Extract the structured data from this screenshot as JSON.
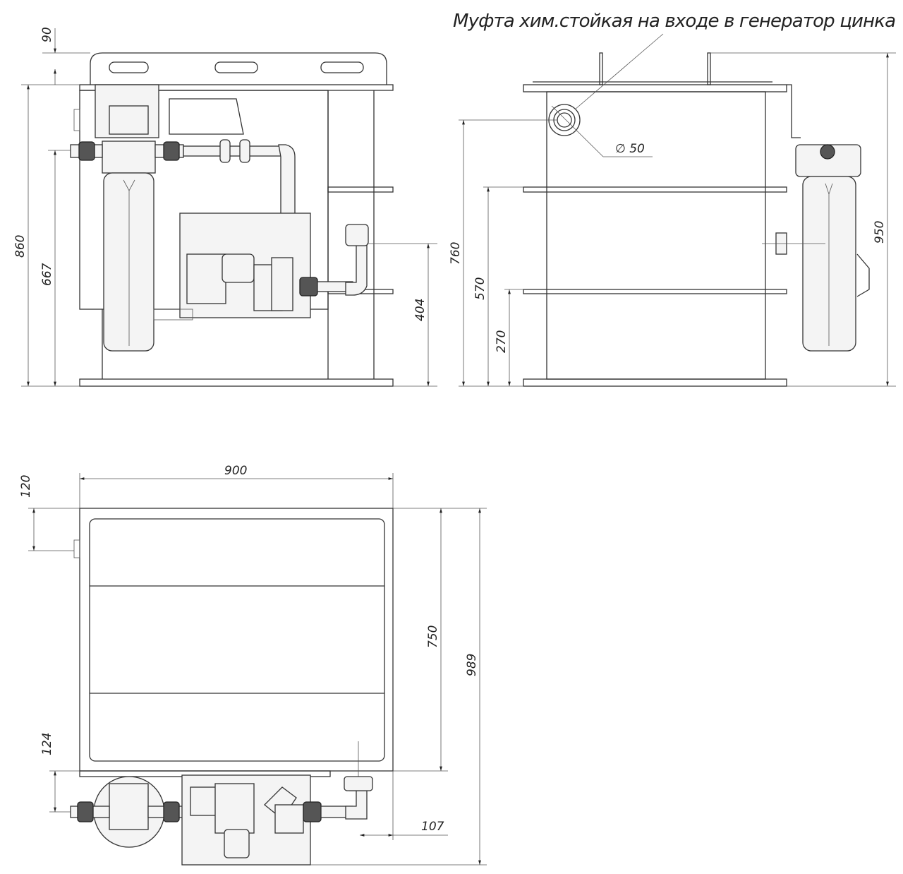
{
  "annotation": {
    "label": "Муфта хим.стойкая на входе в генератор цинка",
    "diameter": "∅ 50"
  },
  "front_view": {
    "dims": {
      "top_offset": "90",
      "total_height": "860",
      "inlet_height": "667",
      "outlet_height": "404"
    }
  },
  "side_view": {
    "dims": {
      "coupling_height": "760",
      "shelf_upper": "570",
      "shelf_lower": "270",
      "overall_height": "950"
    }
  },
  "top_view": {
    "dims": {
      "width": "900",
      "offset": "120",
      "depth": "750",
      "overall_depth": "989",
      "pump_offset": "124",
      "outlet_offset": "107"
    }
  }
}
